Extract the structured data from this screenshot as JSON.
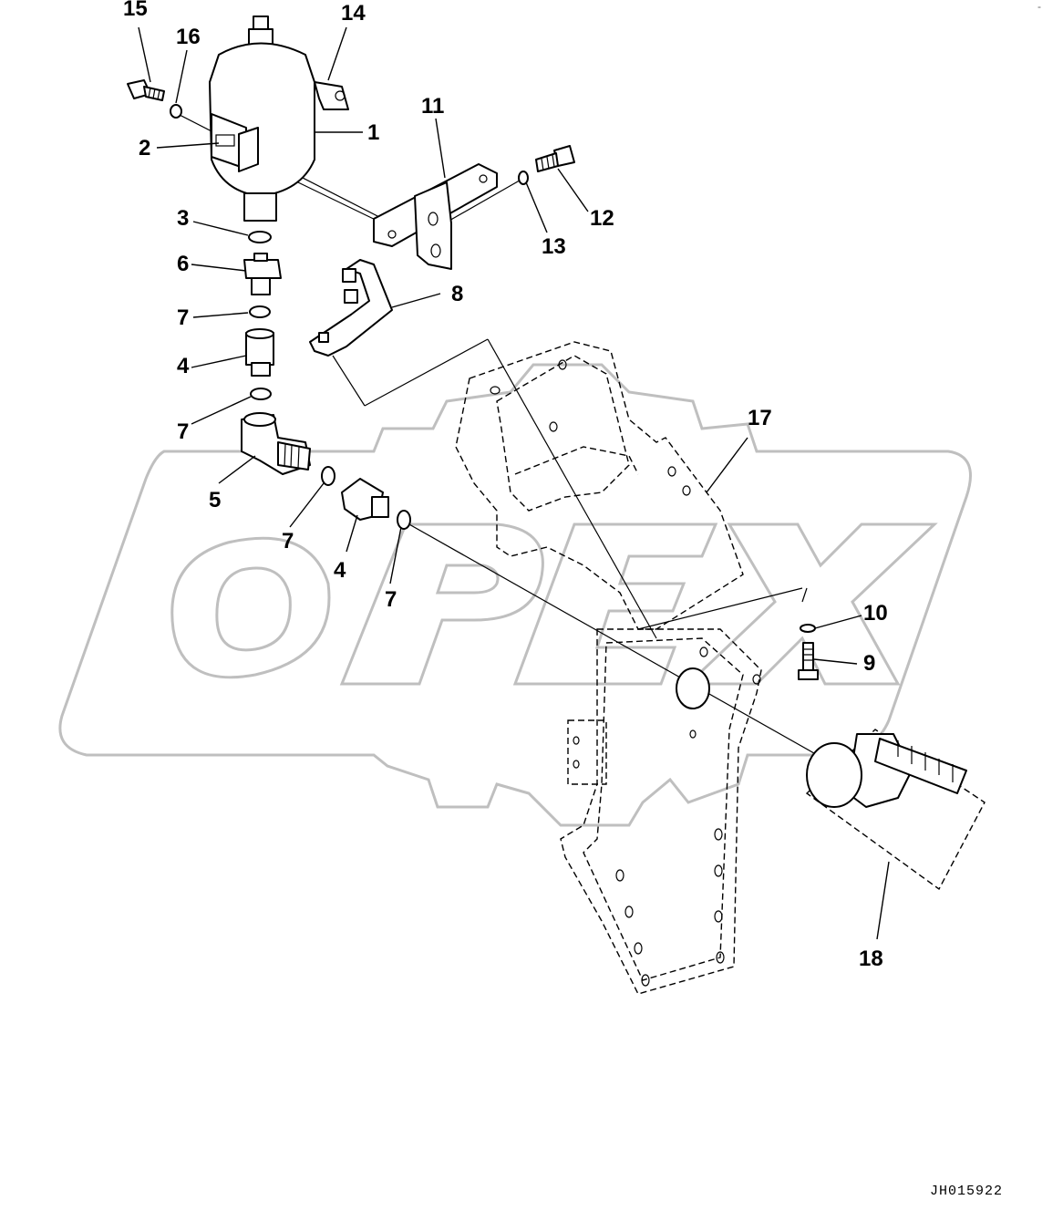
{
  "drawing_code": "JH015922",
  "corner_mark": "-",
  "watermark": {
    "text": "OPEX",
    "color": "#bfbfbf"
  },
  "callouts": [
    {
      "id": "c15",
      "text": "15"
    },
    {
      "id": "c16",
      "text": "16"
    },
    {
      "id": "c14",
      "text": "14"
    },
    {
      "id": "c1",
      "text": "1"
    },
    {
      "id": "c2",
      "text": "2"
    },
    {
      "id": "c11",
      "text": "11"
    },
    {
      "id": "c3",
      "text": "3"
    },
    {
      "id": "c12",
      "text": "12"
    },
    {
      "id": "c13",
      "text": "13"
    },
    {
      "id": "c6",
      "text": "6"
    },
    {
      "id": "c8",
      "text": "8"
    },
    {
      "id": "c7a",
      "text": "7"
    },
    {
      "id": "c4a",
      "text": "4"
    },
    {
      "id": "c7b",
      "text": "7"
    },
    {
      "id": "c5",
      "text": "5"
    },
    {
      "id": "c7c",
      "text": "7"
    },
    {
      "id": "c4b",
      "text": "4"
    },
    {
      "id": "c7d",
      "text": "7"
    },
    {
      "id": "c17",
      "text": "17"
    },
    {
      "id": "c10",
      "text": "10"
    },
    {
      "id": "c9",
      "text": "9"
    },
    {
      "id": "c18",
      "text": "18"
    }
  ]
}
